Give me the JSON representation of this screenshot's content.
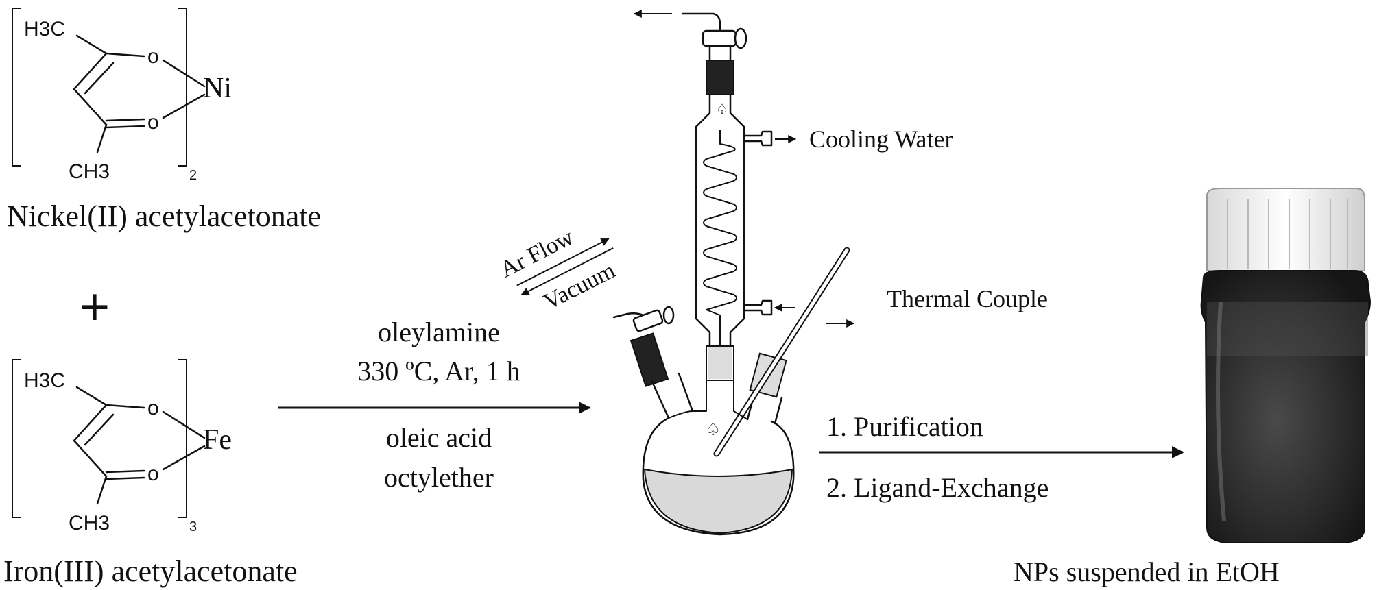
{
  "nickel_complex": {
    "methyl_top": "H3C",
    "methyl_bottom": "CH3",
    "oxygen": "o",
    "metal": "Ni",
    "subscript": "2",
    "name": "Nickel(II) acetylacetonate"
  },
  "plus_sign": "+",
  "iron_complex": {
    "methyl_top": "H3C",
    "methyl_bottom": "CH3",
    "oxygen": "o",
    "metal": "Fe",
    "subscript": "3",
    "name": "Iron(III) acetylacetonate"
  },
  "reaction_arrow": {
    "above_line1": "oleylamine",
    "above_line2": "330 ºC, Ar, 1 h",
    "below_line1": "oleic acid",
    "below_line2": "octylether"
  },
  "apparatus": {
    "gas_label_top": "Ar Flow",
    "gas_label_bottom": "Vacuum",
    "cooling_water": "Cooling Water",
    "thermal_couple": "Thermal Couple"
  },
  "workup_arrow": {
    "step1": "1. Purification",
    "step2": "2. Ligand-Exchange"
  },
  "product": {
    "caption": "NPs suspended in EtOH"
  },
  "colors": {
    "line": "#111111",
    "bottle_liquid": "#2a2a2a",
    "bottle_cap": "#f4f4f4"
  }
}
